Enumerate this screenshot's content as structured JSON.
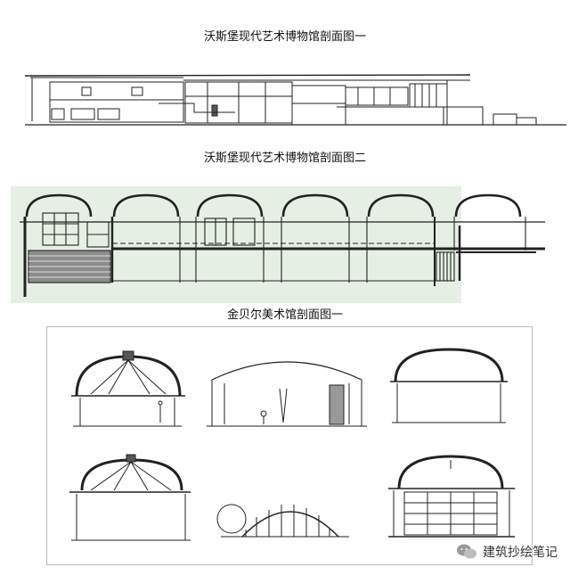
{
  "captions": {
    "section_1": "沃斯堡现代艺术博物馆剖面图一",
    "section_2": "沃斯堡现代艺术博物馆剖面图二",
    "section_3": "金贝尔美术馆剖面图一"
  },
  "watermark": {
    "text": "建筑抄绘笔记",
    "icon": "wechat-icon"
  }
}
